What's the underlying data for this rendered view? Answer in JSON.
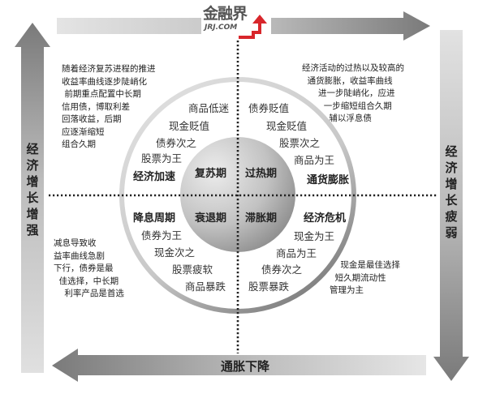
{
  "logo": {
    "chinese": "金融界",
    "english": "JRJ.COM",
    "accent_color": "#d8262b"
  },
  "axes": {
    "left_arrow_label": [
      "经",
      "济",
      "增",
      "长",
      "增",
      "强"
    ],
    "right_arrow_label": [
      "经",
      "济",
      "增",
      "长",
      "疲",
      "弱"
    ],
    "bottom_arrow_label": "通胀下降",
    "top_arrow_label": ""
  },
  "core_phases": {
    "top_left": "复苏期",
    "top_right": "过热期",
    "bottom_left": "衰退期",
    "bottom_right": "滞胀期"
  },
  "quadrants": {
    "top_left": {
      "title": "经济加速",
      "assets": [
        "商品低迷",
        "现金贬值",
        "债券次之",
        "股票为王"
      ],
      "note": [
        "随着经济复苏进程的推进",
        "收益率曲线逐步陡峭化",
        " 前期重点配置中长期",
        "信用债，博取利差",
        "回落收益，后期",
        "应逐渐缩短",
        "组合久期"
      ]
    },
    "top_right": {
      "title": "通货膨胀",
      "assets": [
        "债券贬值",
        "现金贬值",
        "股票次之",
        "商品为王"
      ],
      "note": [
        "经济活动的过热以及较高的",
        "  通货膨胀，收益率曲线",
        "      进一步陡峭化，应进",
        "        一步缩短组合久期",
        "          辅以浮息债"
      ]
    },
    "bottom_left": {
      "title": "降息周期",
      "assets": [
        "债券为王",
        "现金次之",
        "股票疲软",
        "商品暴跌"
      ],
      "note": [
        "减息导致收",
        "益率曲线急剧",
        "下行，债券是最",
        "  佳选择，中长期",
        "    利率产品是首选"
      ]
    },
    "bottom_right": {
      "title": "经济危机",
      "assets": [
        "现金为王",
        "商品为王",
        "债券次之",
        "股票暴跌"
      ],
      "note": [
        "    现金是最佳选择",
        "  短久期流动性",
        "管理为主"
      ]
    }
  },
  "colors": {
    "arrow_dark": "#7a7a7a",
    "arrow_light": "#e2e2e2",
    "ring_light": "#d9d9d9",
    "ring_dark": "#8a8a8a",
    "disc_light": "#e8e8e8",
    "disc_dark": "#8f8f8f",
    "divider": "#222222"
  }
}
